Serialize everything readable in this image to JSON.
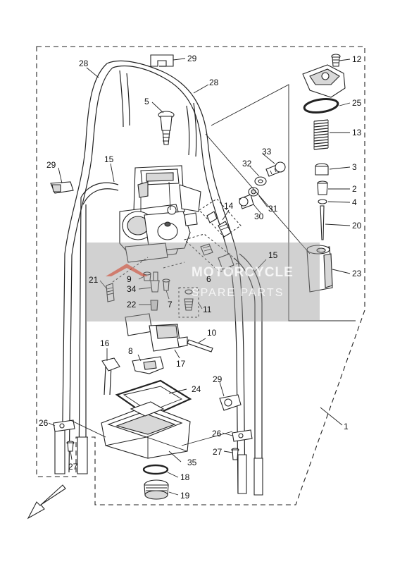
{
  "callouts": {
    "c1": "1",
    "c2": "2",
    "c3": "3",
    "c4": "4",
    "c5": "5",
    "c6": "6",
    "c7": "7",
    "c8": "8",
    "c9": "9",
    "c10": "10",
    "c11": "11",
    "c12": "12",
    "c13": "13",
    "c14": "14",
    "c15a": "15",
    "c15b": "15",
    "c16": "16",
    "c17": "17",
    "c18": "18",
    "c19": "19",
    "c20": "20",
    "c21": "21",
    "c22": "22",
    "c23": "23",
    "c24": "24",
    "c25": "25",
    "c26a": "26",
    "c26b": "26",
    "c27a": "27",
    "c27b": "27",
    "c28a": "28",
    "c28b": "28",
    "c29a": "29",
    "c29b": "29",
    "c29c": "29",
    "c30": "30",
    "c31": "31",
    "c32": "32",
    "c33": "33",
    "c34": "34",
    "c35": "35"
  },
  "watermark": {
    "line1": "MOTORCYCLE",
    "line2": "SPARE PARTS"
  },
  "colors": {
    "watermark_accent": "#d0391f"
  }
}
